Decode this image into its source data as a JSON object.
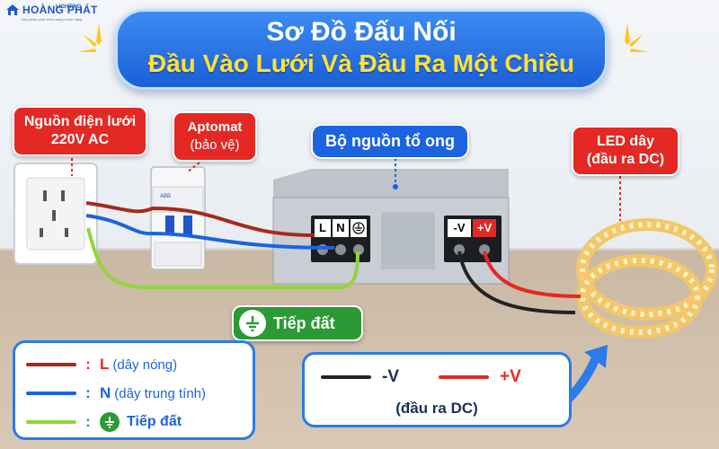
{
  "logo": {
    "brand": "HOÀNG PHÁT",
    "brand_small": "LIGHTING",
    "tagline": "Nhà phân phối chiếu sáng chính hãng"
  },
  "title": {
    "line1": "Sơ Đồ Đấu Nối",
    "line2": "Đầu Vào Lưới Và Đầu Ra Một Chiều"
  },
  "labels": {
    "grid_source": [
      "Nguồn điện lưới",
      "220V AC"
    ],
    "breaker": [
      "Aptomat",
      "(bảo vệ)"
    ],
    "psu": "Bộ nguồn tổ ong",
    "led": [
      "LED dây",
      "(đầu ra DC)"
    ],
    "ground": "Tiếp đất"
  },
  "psu_terminals": {
    "input": [
      "L",
      "N"
    ],
    "output": [
      "-V",
      "+V"
    ]
  },
  "legend": [
    {
      "colon": ":",
      "code": "L",
      "desc": "(dây nóng)",
      "color": "#a8281c",
      "icon": ""
    },
    {
      "colon": ":",
      "code": "N",
      "desc": "(dây trung tính)",
      "color": "#1c63e0",
      "icon": ""
    },
    {
      "colon": ":",
      "code": "",
      "desc": "Tiếp đất",
      "color": "#8fd63a",
      "icon": "ground-icon"
    }
  ],
  "dc_output": {
    "neg_label": "-V",
    "pos_label": "+V",
    "neg_color": "#222222",
    "pos_color": "#e42823",
    "caption": "(đầu ra DC)"
  },
  "colors": {
    "title_bg": "#1a5fd8",
    "title_accent": "#ffe234",
    "callout_red": "#e42823",
    "callout_blue": "#1c63e0",
    "ground_green": "#2b9a35"
  }
}
